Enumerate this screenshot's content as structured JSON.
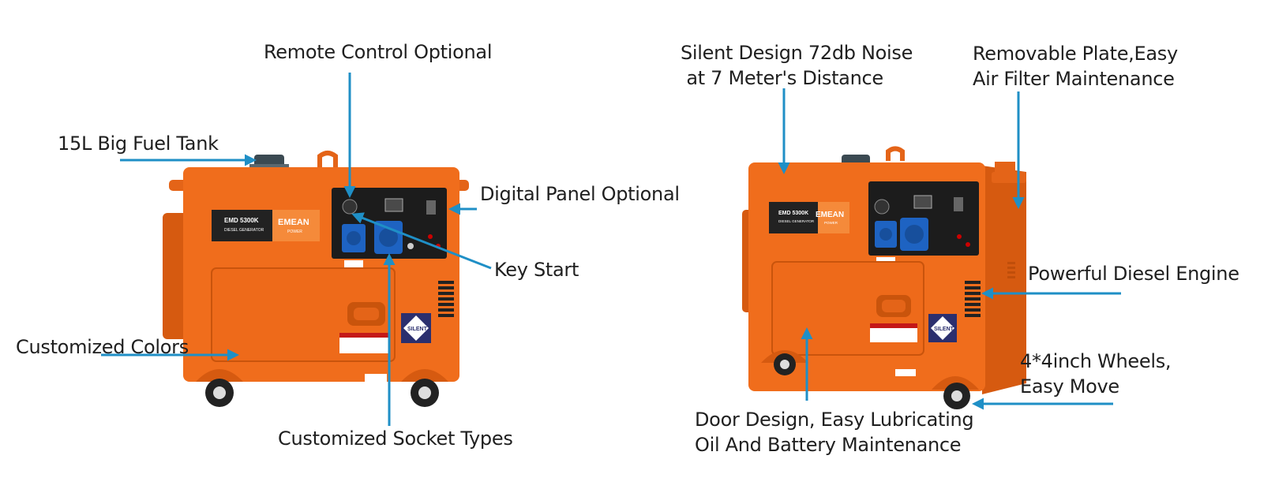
{
  "colors": {
    "arrow": "#1f8fc6",
    "body": "#f06d1c",
    "body_dark": "#d65a10",
    "panel": "#1c1c1c",
    "socket": "#1e63c2"
  },
  "left_generator": {
    "model_text": "EMD 5300K",
    "type_text": "DIESEL GENERATOR",
    "brand_text": "EMEAN",
    "brand_sub": "POWER",
    "badge_text": "SILENT"
  },
  "right_generator": {
    "model_text": "EMD 5300K",
    "type_text": "DIESEL GENERATOR",
    "brand_text": "EMEAN",
    "brand_sub": "POWER",
    "badge_text": "SILENT"
  },
  "callouts": {
    "remote_control": "Remote Control Optional",
    "fuel_tank": "15L Big Fuel Tank",
    "digital_panel": "Digital Panel Optional",
    "key_start": "Key Start",
    "custom_colors": "Customized Colors",
    "socket_types": "Customized Socket Types",
    "silent_line1": "Silent Design 72db Noise",
    "silent_line2": " at 7 Meter's Distance",
    "plate_line1": "Removable Plate,Easy",
    "plate_line2": "Air Filter Maintenance",
    "diesel_engine": "Powerful Diesel Engine",
    "wheels_line1": "4*4inch Wheels,",
    "wheels_line2": "Easy Move",
    "door_line1": "Door Design, Easy Lubricating",
    "door_line2": "Oil And Battery Maintenance"
  }
}
